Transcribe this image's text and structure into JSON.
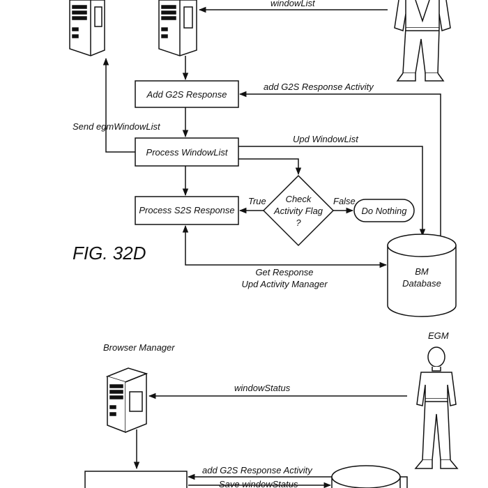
{
  "figure_label": "FIG. 32D",
  "top": {
    "arrows": {
      "window_list": "windowList",
      "add_g2s_activity": "add G2S Response Activity",
      "send_egm_window_list": "Send egmWindowList",
      "upd_window_list": "Upd WindowList",
      "true_label": "True",
      "false_label": "False",
      "get_response": "Get Response",
      "upd_activity_manager": "Upd Activity Manager"
    },
    "boxes": {
      "add_g2s_response": "Add G2S Response",
      "process_window_list": "Process WindowList",
      "process_s2s_response": "Process S2S Response"
    },
    "decision": {
      "line1": "Check",
      "line2": "Activity Flag",
      "line3": "?"
    },
    "terminal": "Do Nothing",
    "database": {
      "line1": "BM",
      "line2": "Database"
    }
  },
  "bottom": {
    "browser_manager": "Browser Manager",
    "egm": "EGM",
    "window_status": "windowStatus",
    "add_g2s_activity": "add G2S Response Activity",
    "save_window_status": "Save windowStatus"
  },
  "colors": {
    "ink": "#111111",
    "paper": "#ffffff"
  }
}
